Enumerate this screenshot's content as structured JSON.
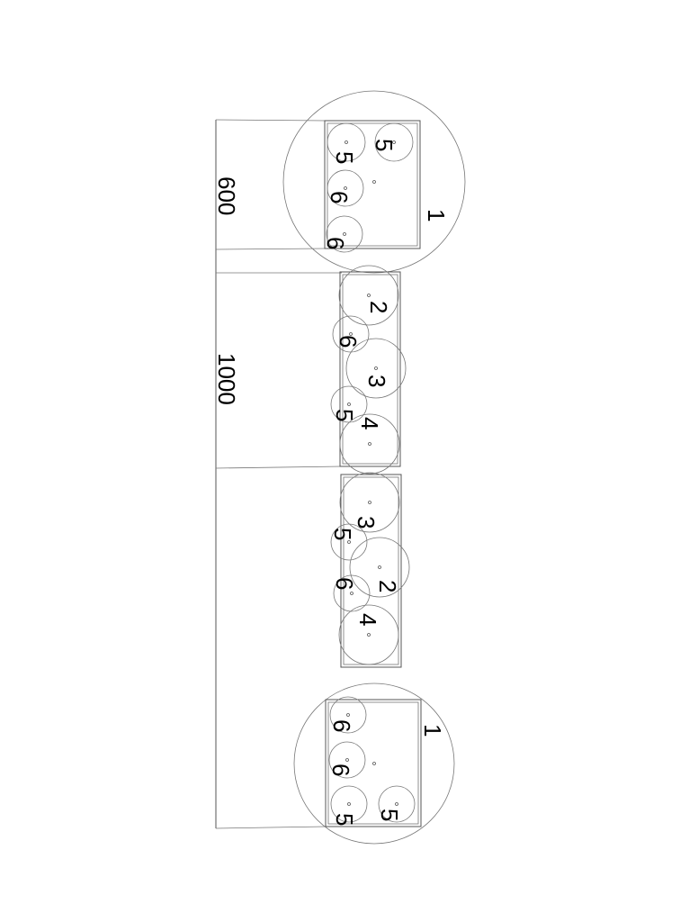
{
  "dimensions": {
    "upper": "600",
    "lower": "1000"
  },
  "panels": [
    {
      "name": "panel-a",
      "labels": [
        {
          "text": "5"
        },
        {
          "text": "5"
        },
        {
          "text": "6"
        },
        {
          "text": "6"
        },
        {
          "text": "1"
        }
      ]
    },
    {
      "name": "panel-b",
      "labels": [
        {
          "text": "2"
        },
        {
          "text": "6"
        },
        {
          "text": "3"
        },
        {
          "text": "5"
        },
        {
          "text": "4"
        }
      ]
    },
    {
      "name": "panel-c",
      "labels": [
        {
          "text": "3"
        },
        {
          "text": "5"
        },
        {
          "text": "2"
        },
        {
          "text": "6"
        },
        {
          "text": "4"
        }
      ]
    },
    {
      "name": "panel-d",
      "labels": [
        {
          "text": "6"
        },
        {
          "text": "6"
        },
        {
          "text": "5"
        },
        {
          "text": "5"
        },
        {
          "text": "1"
        }
      ]
    }
  ]
}
